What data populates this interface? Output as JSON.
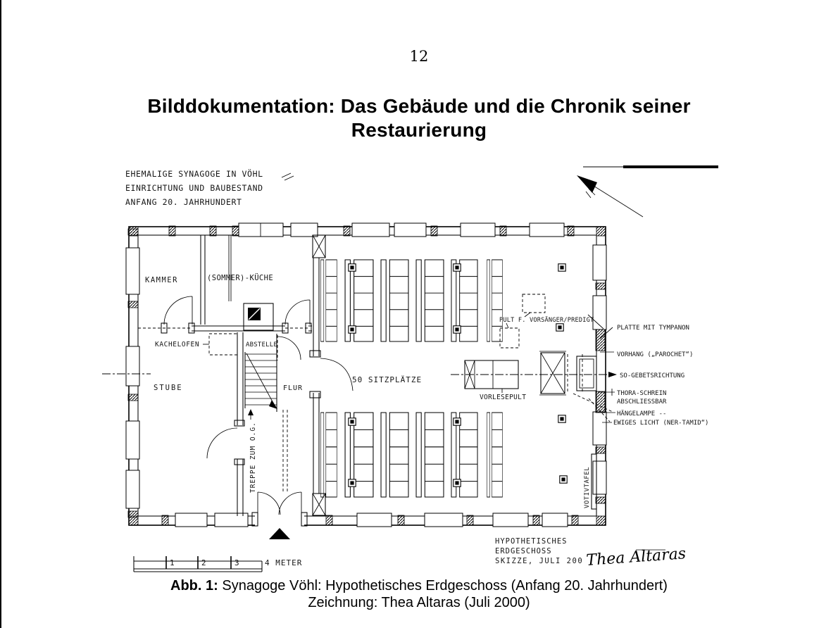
{
  "page": {
    "number": "12"
  },
  "title": {
    "line1": "Bilddokumentation: Das Gebäude und die Chronik seiner",
    "line2": "Restaurierung"
  },
  "drawing": {
    "header_lines": [
      "EHEMALIGE SYNAGOGE IN VÖHL",
      "EINRICHTUNG UND BAUBESTAND",
      "ANFANG 20. JAHRHUNDERT"
    ],
    "labels": {
      "kammer": "KAMMER",
      "kueche": "(SOMMER)-KÜCHE",
      "kachelofen": "KACHELOFEN",
      "abstellraum": "ABSTELLE",
      "stube": "STUBE",
      "flur": "FLUR",
      "treppe": "TREPPE ZUM O.G.",
      "sitzplaetze": "50 SITZPLÄTZE",
      "vorlesepult": "VORLESEPULT",
      "pult": "PULT F. VORSÄNGER/PREDIGT",
      "votivtafel": "VOTIVTAFEL"
    },
    "annotations": {
      "platte": "PLATTE MIT TYMPANON",
      "vorhang": "VORHANG („PAROCHET“)",
      "gebetsrichtung": "SO-GEBETSRICHTUNG",
      "thora1": "THORA-SCHREIN",
      "thora2": "ABSCHLIESSBAR",
      "haengelampe": "HÄNGELAMPE --",
      "ewigeslicht": "EWIGES LICHT (NER-TAMID“)"
    },
    "titleblock": {
      "l1": "HYPOTHETISCHES",
      "l2": "ERDGESCHOSS",
      "l3": "SKIZZE, JULI 200",
      "signature": "Thea Altaras"
    },
    "scalebar": {
      "m1": "1",
      "m2": "2",
      "m3": "3",
      "m4": "4 METER"
    }
  },
  "caption": {
    "bold": "Abb. 1:",
    "rest": " Synagoge Vöhl: Hypothetisches Erdgeschoss (Anfang 20. Jahrhundert)",
    "line2": "Zeichnung: Thea Altaras (Juli 2000)"
  }
}
